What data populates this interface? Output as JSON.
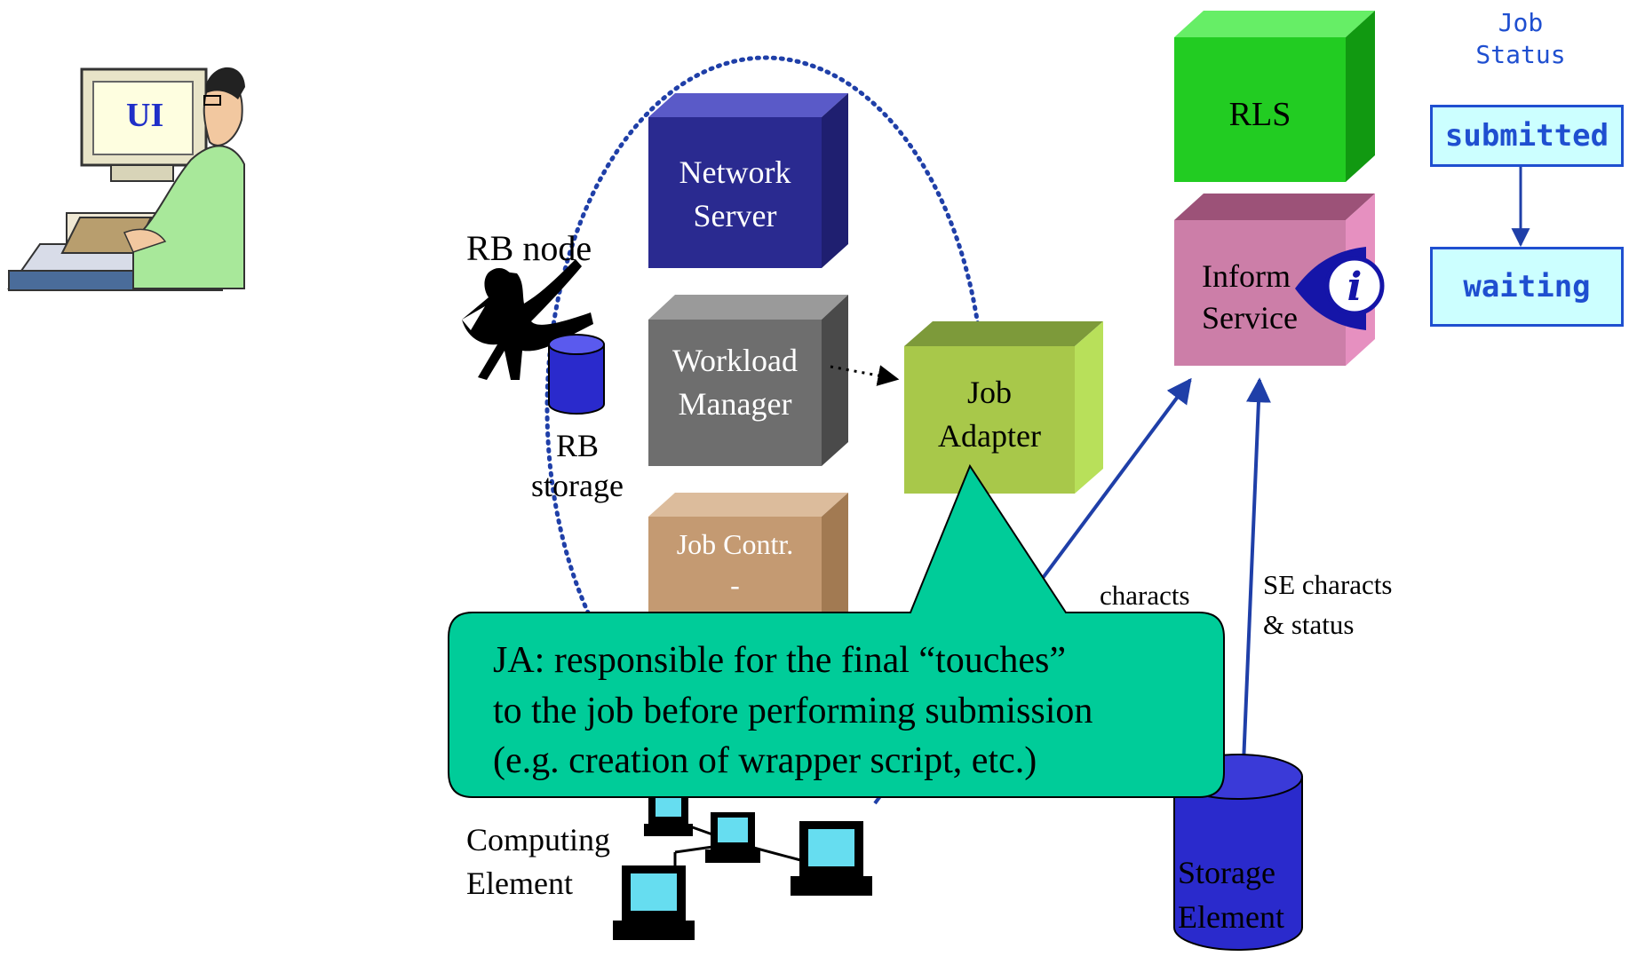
{
  "ui_label": "UI",
  "rb_node": "RB node",
  "rb_storage": [
    "RB",
    "storage"
  ],
  "network_server": [
    "Network",
    "Server"
  ],
  "workload_manager": [
    "Workload",
    "Manager"
  ],
  "job_controller": [
    "Job Contr.",
    "-"
  ],
  "job_adapter": [
    "Job",
    "Adapter"
  ],
  "rls": "RLS",
  "info_service": [
    "Inform",
    "Service"
  ],
  "ce_characts": "characts",
  "se_characts": [
    "SE characts",
    "& status"
  ],
  "computing_element": [
    "Computing",
    "Element"
  ],
  "storage_element": [
    "Storage",
    "Element"
  ],
  "job_status": {
    "title": [
      "Job",
      "Status"
    ],
    "states": [
      "submitted",
      "waiting"
    ]
  },
  "callout": [
    "JA: responsible for the final “touches”",
    "to the job before performing submission",
    "(e.g. creation of wrapper script, etc.)"
  ],
  "colors": {
    "network_server": "#2a2a90",
    "workload_manager": "#6e6e6e",
    "job_controller": "#c49a72",
    "job_adapter": "#a8c84a",
    "rls": "#22cc22",
    "info_service": "#cc7ea8",
    "callout": "#00cc99",
    "status_fill": "#ccffff",
    "status_text": "#1f4fd0"
  }
}
